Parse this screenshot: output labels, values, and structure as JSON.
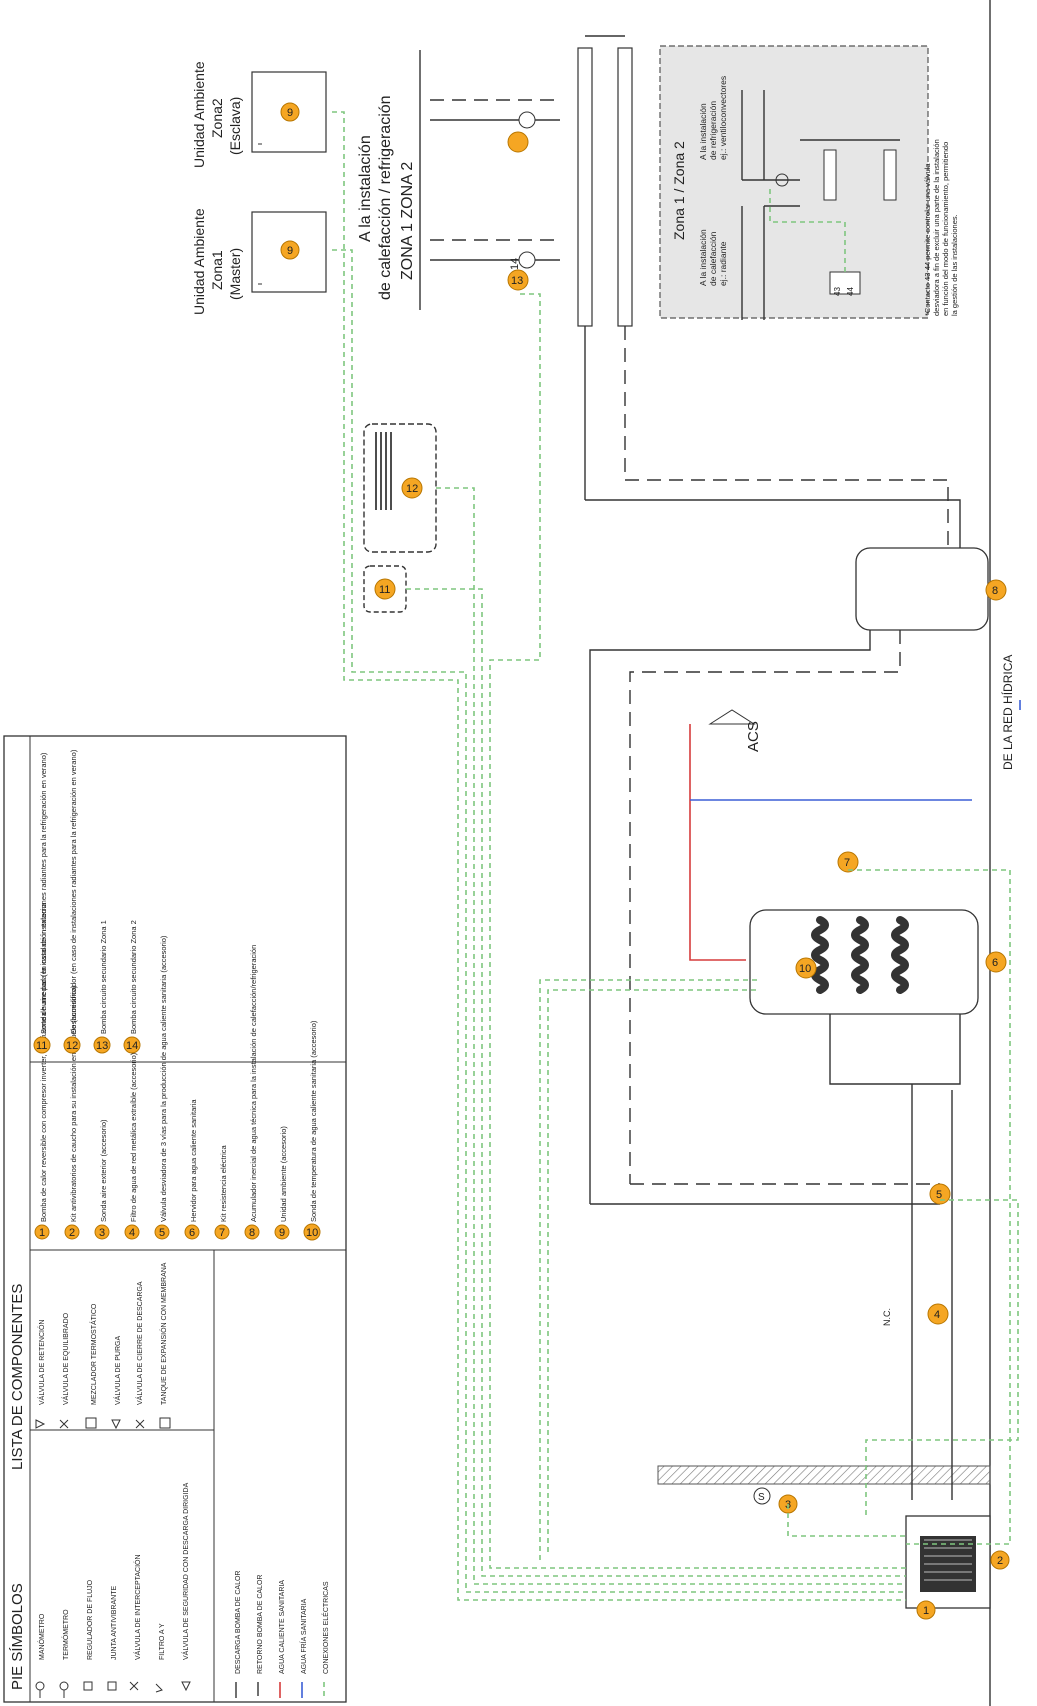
{
  "legend": {
    "symbols_title": "PIE SÍMBOLOS",
    "components_title": "LISTA DE COMPONENTES",
    "symbols": [
      "MANÓMETRO",
      "TERMÓMETRO",
      "REGULADOR DE FLUJO",
      "JUNTA ANTIVIBRANTE",
      "VÁLVULA DE INTERCEPTACIÓN",
      "FILTRO A Y",
      "VÁLVULA DE SEGURIDAD CON DESCARGA DIRIGIDA",
      "VÁLVULA DE RETENCIÓN",
      "VÁLVULA DE EQUILIBRADO",
      "MEZCLADOR TERMOSTÁTICO",
      "VÁLVULA DE PURGA",
      "VÁLVULA DE CIERRE DE DESCARGA",
      "TANQUE DE EXPANSIÓN CON MEMBRANA"
    ],
    "lines": [
      "DESCARGA BOMBA DE CALOR",
      "RETORNO BOMBA DE CALOR",
      "AGUA CALIENTE SANITARIA",
      "AGUA FRÍA SANITARIA",
      "CONEXIONES ELÉCTRICAS"
    ],
    "components": [
      {
        "n": "1",
        "text": "Bomba de calor reversible con compresor inverter, con fuente de aire para la instalación externa"
      },
      {
        "n": "2",
        "text": "Kit antivibratorios de caucho para su instalación en el suelo (accesorio)"
      },
      {
        "n": "3",
        "text": "Sonda aire exterior (accesorio)"
      },
      {
        "n": "4",
        "text": "Filtro de agua de red metálica extraíble (accesorio)"
      },
      {
        "n": "5",
        "text": "Válvula desviadora de 3 vías para la producción de agua caliente sanitaria (accesorio)"
      },
      {
        "n": "6",
        "text": "Hervidor para agua caliente sanitaria"
      },
      {
        "n": "7",
        "text": "Kit resistencia eléctrica"
      },
      {
        "n": "8",
        "text": "Acumulador inercial de agua técnica para la instalación de calefacción/refrigeración"
      },
      {
        "n": "9",
        "text": "Unidad ambiente (accesorio)"
      },
      {
        "n": "10",
        "text": "Sonda de temperatura de agua caliente sanitaria (accesorio)"
      },
      {
        "n": "11",
        "text": "Sonda humedad (en caso de instalaciones radiantes para la refrigeración en verano)"
      },
      {
        "n": "12",
        "text": "Deshumidificador (en caso de instalaciones radiantes para la refrigeración en verano)"
      },
      {
        "n": "13",
        "text": "Bomba circuito secundario Zona 1"
      },
      {
        "n": "14",
        "text": "Bomba circuito secundario Zona 2"
      }
    ]
  },
  "diagram": {
    "room_unit_1": {
      "line1": "Unidad Ambiente",
      "line2": "Zona1",
      "line3": "(Master)",
      "badge": "9"
    },
    "room_unit_2": {
      "line1": "Unidad Ambiente",
      "line2": "Zona2",
      "line3": "(Esclava)",
      "badge": "9"
    },
    "install_heading": {
      "line1": "A la instalación",
      "line2": "de calefacción / refrigeración",
      "line3": "ZONA 1 ZONA 2"
    },
    "zone_box": {
      "title": "Zona 1 / Zona 2",
      "left_label": [
        "A la instalación",
        "de calefacción",
        "ej.: radiante"
      ],
      "right_label": [
        "A la instalación",
        "de refrigeración",
        "ej.: ventiloconvectores"
      ],
      "contacts": [
        "43",
        "44"
      ],
      "note": [
        "*Contacto 43-44 permite controlar una válvula",
        "desviadora a fin de excluir una parte de la instalación",
        "en función del modo de funcionamiento, permitiendo",
        "la gestión de las instalaciones."
      ]
    },
    "acs_label": "ACS",
    "red_hidrica_label": "DE LA RED HÍDRICA",
    "nc_label": "N.C.",
    "sensor_label": "S",
    "badges": {
      "b1": "1",
      "b2": "2",
      "b3": "3",
      "b4": "4",
      "b5": "5",
      "b6": "6",
      "b7": "7",
      "b8": "8",
      "b10": "10",
      "b11": "11",
      "b12": "12",
      "b13": "13",
      "b14": "14"
    }
  },
  "colors": {
    "badge": "#f5a623",
    "electric": "#7fc67f",
    "hot_water": "#d63c3c",
    "cold_water": "#3b5fd6",
    "zone_box": "#e6e6e6"
  }
}
